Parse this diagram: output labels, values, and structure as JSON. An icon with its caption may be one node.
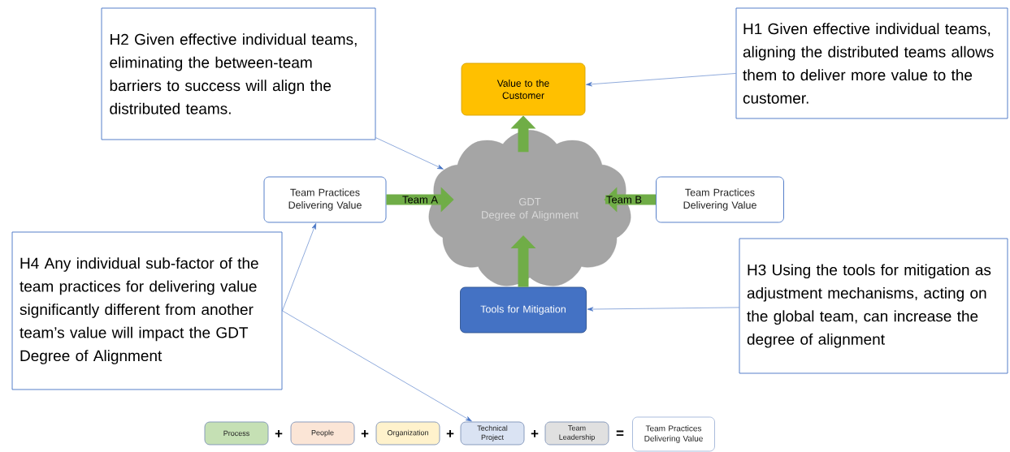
{
  "diagram": {
    "nodes": [
      {
        "text": [
          "H2 Given effective individual teams, eliminating the between-team barriers to success will align the distributed teams."
        ]
      },
      {
        "text": [
          "Value to the Customer"
        ]
      },
      {
        "text": [
          "H1 Given effective individual teams, aligning the distributed teams allows them to deliver more value to the customer."
        ]
      },
      {
        "text": [
          "GDT",
          "Degree of Alignment"
        ]
      },
      {
        "text": [
          "Team Practices Delivering Value"
        ]
      },
      {
        "text": [
          "Team Practices Delivering Value"
        ]
      },
      {
        "text": [
          "H4 Any individual sub-factor of the team practices for delivering value significantly different from another team’s value will impact the GDT Degree of Alignment"
        ]
      },
      {
        "text": [
          "Tools for Mitigation"
        ]
      },
      {
        "text": [
          "H3 Using the tools for mitigation as adjustment mechanisms, acting on the global team, can increase the degree of alignment"
        ]
      },
      {
        "text": [
          "Process"
        ]
      },
      {
        "text": [
          "People"
        ]
      },
      {
        "text": [
          "Organization"
        ]
      },
      {
        "text": [
          "Technical Project"
        ]
      },
      {
        "text": [
          "Team Leadership"
        ]
      },
      {
        "text": [
          "Team Practices Delivering Value"
        ]
      }
    ],
    "edges": [
      {
        "from": 3,
        "to": 1,
        "arrow": "to",
        "style": "thick",
        "color": "#70ad47"
      },
      {
        "from": 4,
        "to": 3,
        "arrow": "to",
        "style": "thick",
        "color": "#70ad47",
        "label": "Team A"
      },
      {
        "from": 5,
        "to": 3,
        "arrow": "to",
        "style": "thick",
        "color": "#70ad47",
        "label": "Team B"
      },
      {
        "from": 7,
        "to": 3,
        "arrow": "to",
        "style": "thick",
        "color": "#70ad47"
      },
      {
        "from": 2,
        "to": 1,
        "arrow": "to"
      },
      {
        "from": 0,
        "to": 3,
        "arrow": "to"
      },
      {
        "from": 8,
        "to": 7,
        "arrow": "to"
      },
      {
        "from": 6,
        "to": 4,
        "arrow": "to"
      },
      {
        "from": 6,
        "to": 12,
        "arrow": "to"
      }
    ],
    "labels": [
      "+",
      "+",
      "+",
      "+",
      "="
    ]
  }
}
